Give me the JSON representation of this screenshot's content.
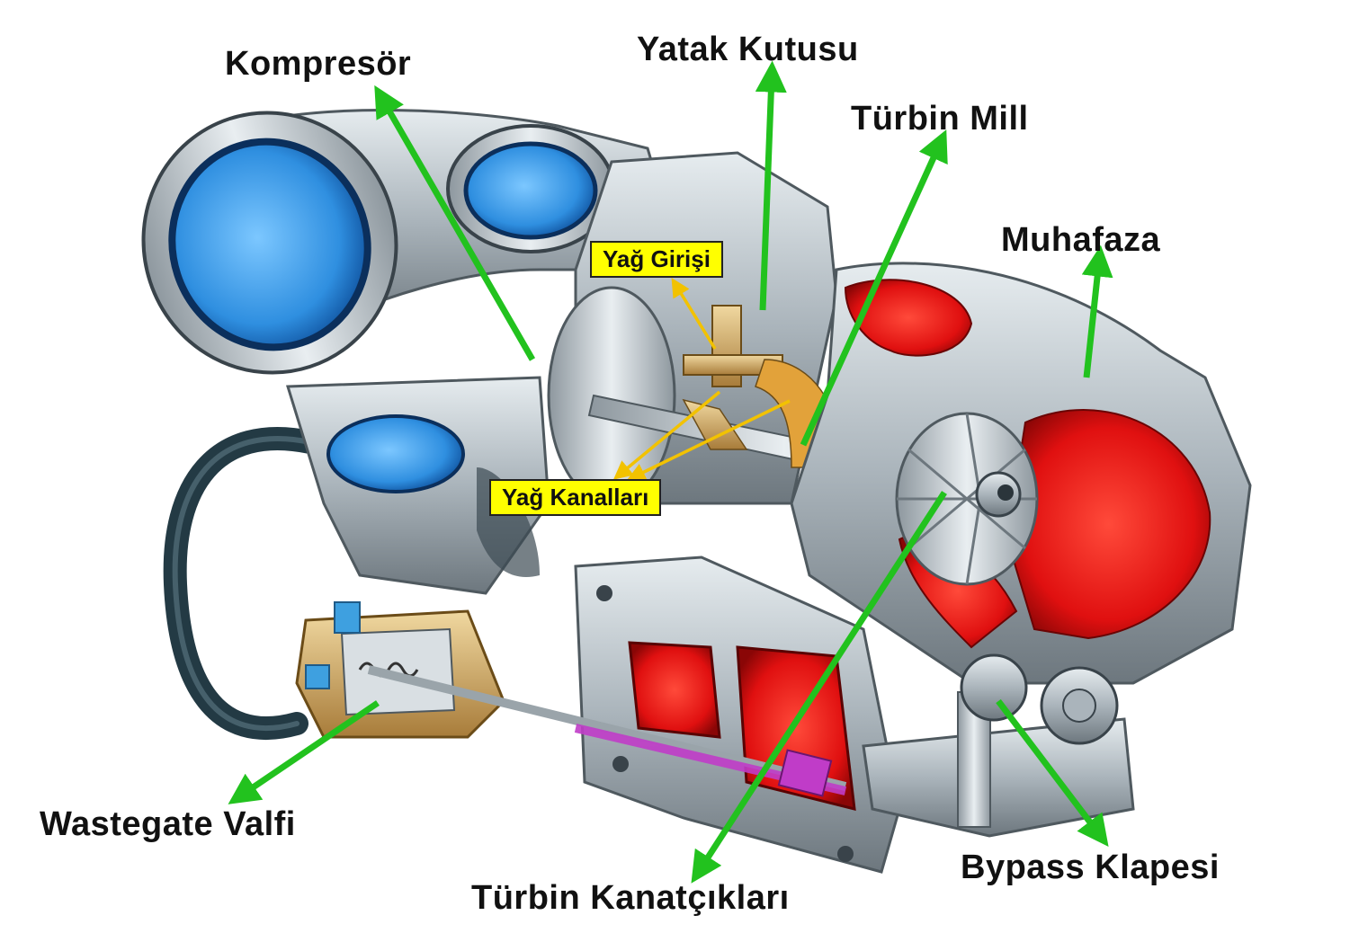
{
  "labels": {
    "kompresor": "Kompresör",
    "yatak_kutusu": "Yatak Kutusu",
    "turbin_mill": "Türbin Mill",
    "muhafaza": "Muhafaza",
    "wastegate_valfi": "Wastegate Valfi",
    "turbin_kanatciklari": "Türbin Kanatçıkları",
    "bypass_klapesi": "Bypass Klapesi"
  },
  "tags": {
    "yag_girisi": "Yağ Girişi",
    "yag_kanallari": "Yağ Kanalları"
  },
  "colors": {
    "arrow": "#22c21e",
    "tag_arrow": "#f2c200",
    "tag_bg": "#ffff00",
    "compressor_blue": "#2f8fe0",
    "turbine_red": "#e01010",
    "metal": "#b9c2c8",
    "brass": "#c9a25a"
  }
}
